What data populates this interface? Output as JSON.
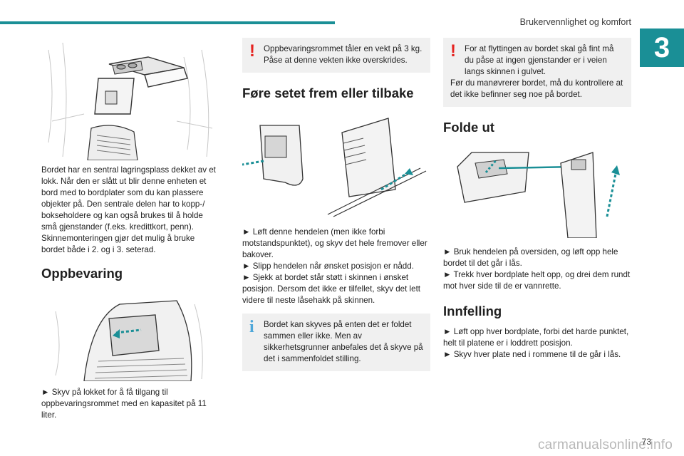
{
  "header": {
    "title": "Brukervennlighet og komfort",
    "chapter": "3"
  },
  "col1": {
    "intro": "Bordet har en sentral lagringsplass dekket av et lokk. Når den er slått ut blir denne enheten et bord med to bordplater som du kan plassere objekter på. Den sentrale delen har to kopp-/ bokseholdere og kan også brukes til å holde små gjenstander (f.eks. kredittkort, penn). Skinnemonteringen gjør det mulig å bruke bordet både i 2. og i 3. seterad.",
    "storage_heading": "Oppbevaring",
    "storage_step": "► Skyv på lokket for å få tilgang til oppbevaringsrommet med en kapasitet på 11 liter."
  },
  "col2": {
    "warning": "Oppbevaringsrommet tåler en vekt på 3 kg. Påse at denne vekten ikke overskrides.",
    "move_heading": "Føre setet frem eller tilbake",
    "move_steps": "► Løft denne hendelen (men ikke forbi motstandspunktet), og skyv det hele fremover eller bakover.\n► Slipp hendelen når ønsket posisjon er nådd.\n► Sjekk at bordet står støtt i skinnen i ønsket posisjon. Dersom det ikke er tilfellet, skyv det lett videre til neste låsehakk på skinnen.",
    "info": "Bordet kan skyves på enten det er foldet sammen eller ikke. Men av sikkerhetsgrunner anbefales det å skyve på det i sammenfoldet stilling."
  },
  "col3": {
    "warning_line1": "For at flyttingen av bordet skal gå fint må du påse at ingen gjenstander er i veien langs skinnen i gulvet.",
    "warning_line2": "Før du manøvrerer bordet, må du kontrollere at det ikke befinner seg noe på bordet.",
    "unfold_heading": "Folde ut",
    "unfold_steps": "► Bruk hendelen på oversiden, og løft opp hele bordet til det går i lås.\n► Trekk hver bordplate helt opp, og drei dem rundt mot hver side til de er vannrette.",
    "fold_heading": "Innfelling",
    "fold_steps": "► Løft opp hver bordplate, forbi det harde punktet, helt til platene er i loddrett posisjon.\n► Skyv hver plate ned i rommene til de går i lås."
  },
  "footer": {
    "page": "73",
    "watermark": "carmanualsonline.info"
  }
}
